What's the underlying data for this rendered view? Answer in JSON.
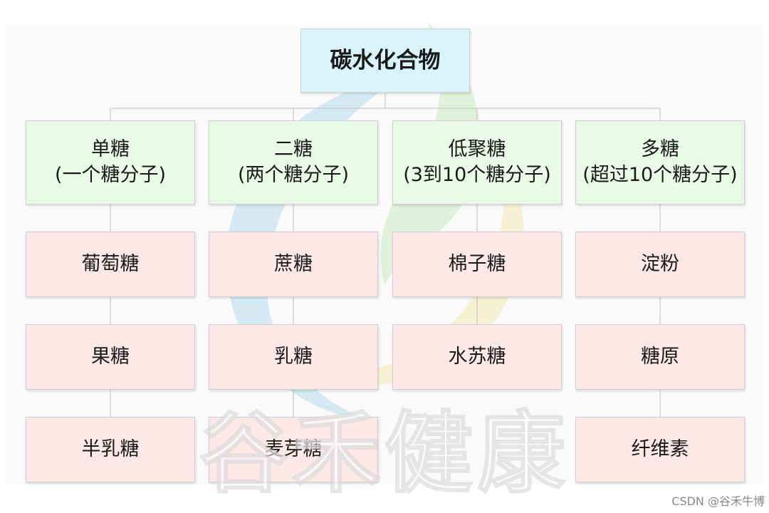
{
  "root": {
    "label": "碳水化合物"
  },
  "categories": [
    {
      "name": "单糖",
      "desc": "(一个糖分子)",
      "items": [
        "葡萄糖",
        "果糖",
        "半乳糖"
      ]
    },
    {
      "name": "二糖",
      "desc": "(两个糖分子)",
      "items": [
        "蔗糖",
        "乳糖",
        "麦芽糖"
      ]
    },
    {
      "name": "低聚糖",
      "desc": "(3到10个糖分子)",
      "items": [
        "棉子糖",
        "水苏糖"
      ]
    },
    {
      "name": "多糖",
      "desc": "(超过10个糖分子)",
      "items": [
        "淀粉",
        "糖原",
        "纤维素"
      ]
    }
  ],
  "watermark": "谷禾健康",
  "credit": "CSDN @谷禾牛博",
  "colors": {
    "root_fill": "#d9f5fb",
    "category_fill": "#e9fbe6",
    "item_fill": "#fde8e8",
    "connector": "#c8c8c8",
    "logo_blue": "#a6d4ec",
    "logo_green": "#bfe6b4",
    "logo_yellow": "#f2e6a8"
  }
}
